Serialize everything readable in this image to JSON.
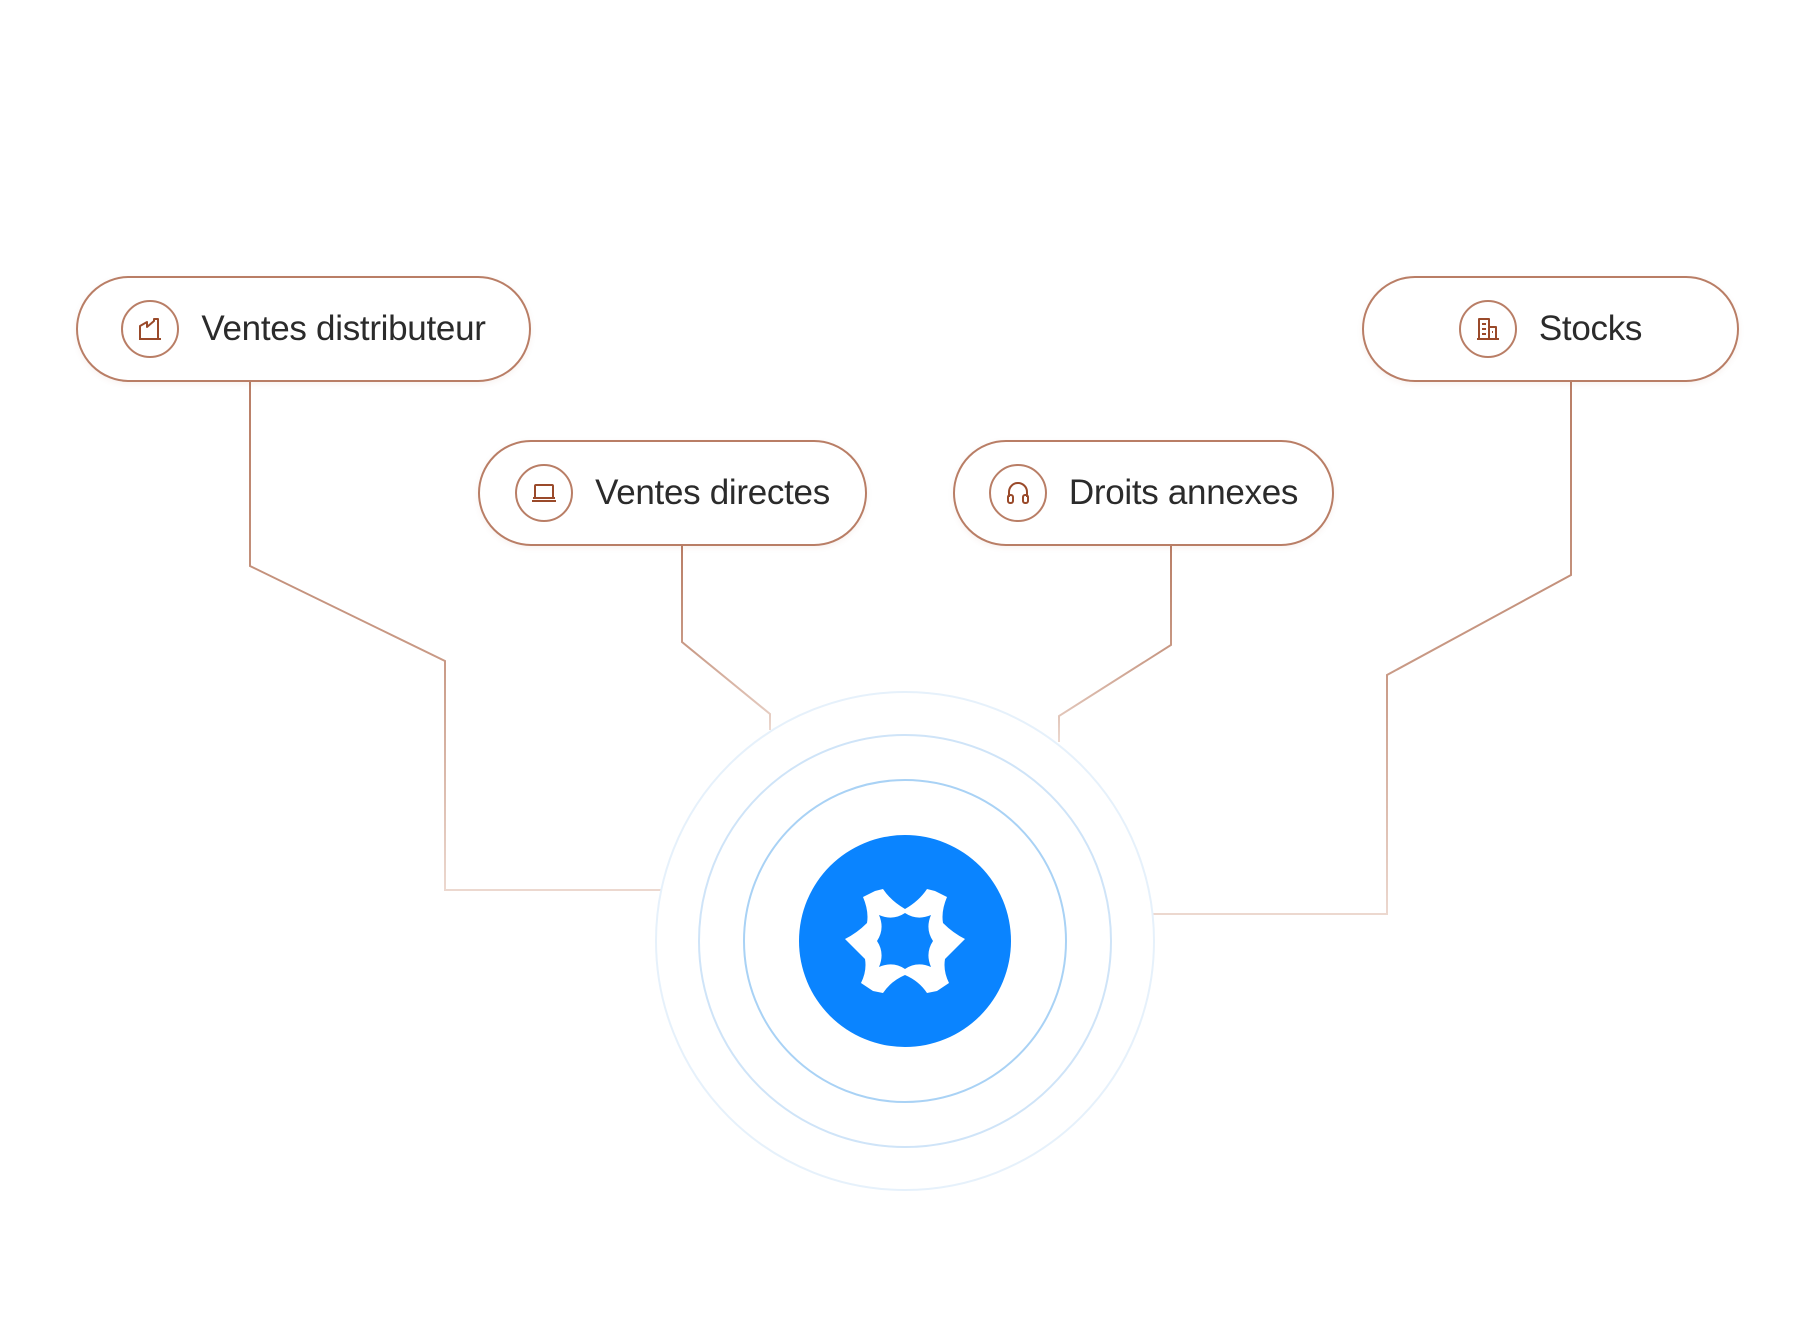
{
  "nodes": [
    {
      "label": "Ventes distributeur",
      "icon": "factory-icon"
    },
    {
      "label": "Ventes directes",
      "icon": "laptop-icon"
    },
    {
      "label": "Droits annexes",
      "icon": "headphones-icon"
    },
    {
      "label": "Stocks",
      "icon": "building-icon"
    }
  ],
  "hub": {
    "icon": "logo-star-icon",
    "color": "#0a84ff"
  },
  "colors": {
    "connector": "#b97e66",
    "pill_border": "#b97e66",
    "icon_stroke": "#9a4a2a",
    "label_text": "#2b2b2b",
    "ring": "#a9d2f5"
  }
}
